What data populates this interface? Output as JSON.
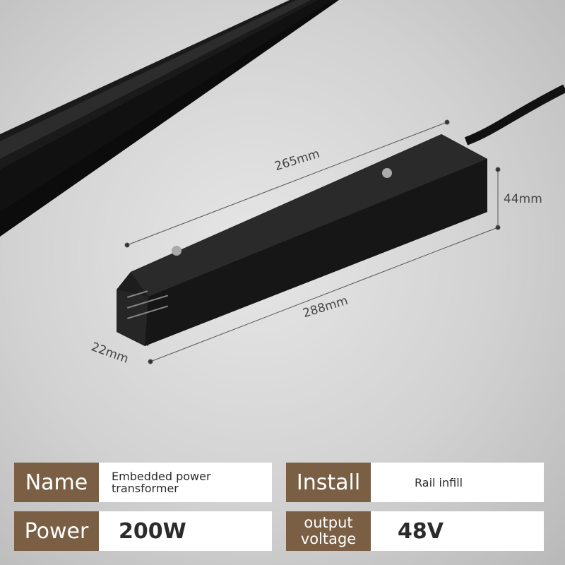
{
  "dimensions": {
    "length_top": "265mm",
    "length_bottom": "288mm",
    "height": "44mm",
    "width": "22mm"
  },
  "specs": {
    "name_label": "Name",
    "name_value_line1": "Embedded power",
    "name_value_line2": "transformer",
    "install_label": "Install",
    "install_value": "Rail infill",
    "power_label": "Power",
    "power_value": "200W",
    "voltage_label_line1": "output",
    "voltage_label_line2": "voltage",
    "voltage_value": "48V"
  },
  "colors": {
    "label_bg": "#7a5f44",
    "value_bg": "#ffffff",
    "product": "#1c1c1c"
  }
}
